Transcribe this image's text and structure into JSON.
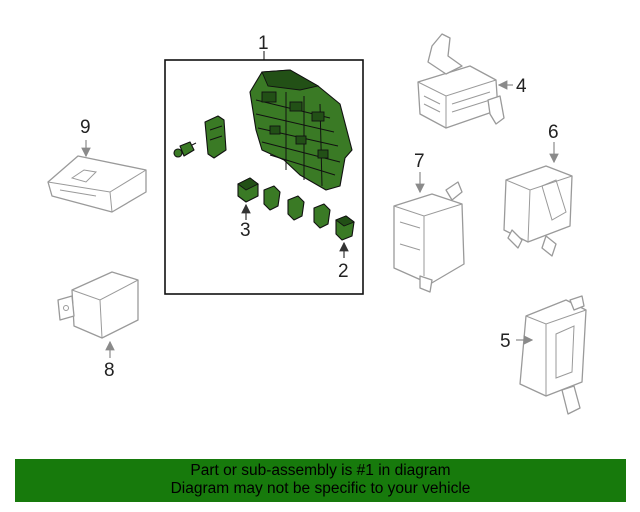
{
  "callouts": {
    "c1": "1",
    "c2": "2",
    "c3": "3",
    "c4": "4",
    "c5": "5",
    "c6": "6",
    "c7": "7",
    "c8": "8",
    "c9": "9"
  },
  "footer": {
    "line1": "Part or sub-assembly is #1 in diagram",
    "line2": "Diagram may not be specific to your vehicle"
  },
  "colors": {
    "highlight_green": "#3a7a25",
    "footer_green": "#177a0c",
    "outline_grey": "#9a9a9a"
  }
}
